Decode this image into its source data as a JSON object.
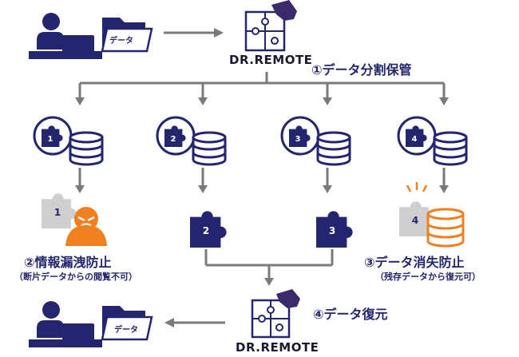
{
  "brand": {
    "logo_text": "DR.REMOTE"
  },
  "folder_label": "データ",
  "steps": {
    "split": "①データ分割保管",
    "leak": "②情報漏洩防止",
    "leak_note": "（断片データからの閲覧不可）",
    "loss": "③データ消失防止",
    "loss_note": "（残存データから復元可）",
    "restore": "④データ復元"
  },
  "fragments": [
    "1",
    "2",
    "3",
    "4"
  ],
  "colors": {
    "navy": "#23256f",
    "arrow": "#7a7a7a",
    "thief": "#f0801f",
    "gray_piece": "#cfcfcf",
    "purple": "#3b2a6b"
  },
  "icons": [
    "user-at-computer-icon",
    "folder-icon",
    "puzzle-logo-icon",
    "puzzle-piece-icon",
    "database-icon",
    "thief-icon",
    "alert-rays-icon"
  ]
}
